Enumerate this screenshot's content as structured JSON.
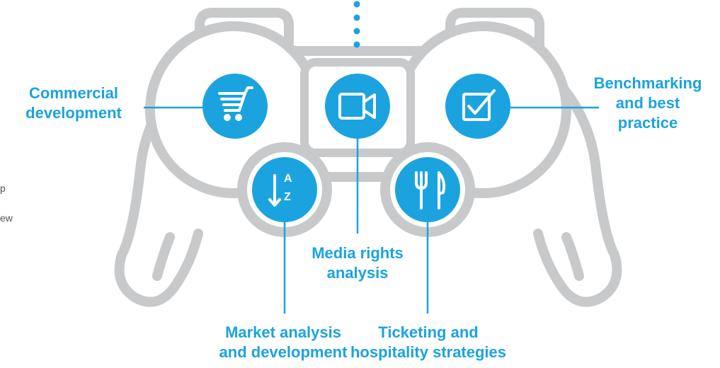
{
  "colors": {
    "accent": "#1ba3df",
    "controller": "#c8c9cb",
    "line": "#1ba3df",
    "text": "#555555"
  },
  "labels": {
    "commercial": [
      "Commercial",
      "development"
    ],
    "benchmark": [
      "Benchmarking",
      "and best",
      "practice"
    ],
    "media": [
      "Media rights",
      "analysis"
    ],
    "market": [
      "Market analysis",
      "and development"
    ],
    "ticketing": [
      "Ticketing and",
      "hospitality strategies"
    ]
  },
  "icons": {
    "commercial": "shopping-cart-icon",
    "media": "video-camera-icon",
    "benchmark": "checkbox-check-icon",
    "market": "sort-a-z-icon",
    "ticketing": "fork-knife-icon"
  },
  "az_letters": {
    "top": "A",
    "bottom": "Z"
  },
  "side_text": [
    "p",
    "ew"
  ]
}
